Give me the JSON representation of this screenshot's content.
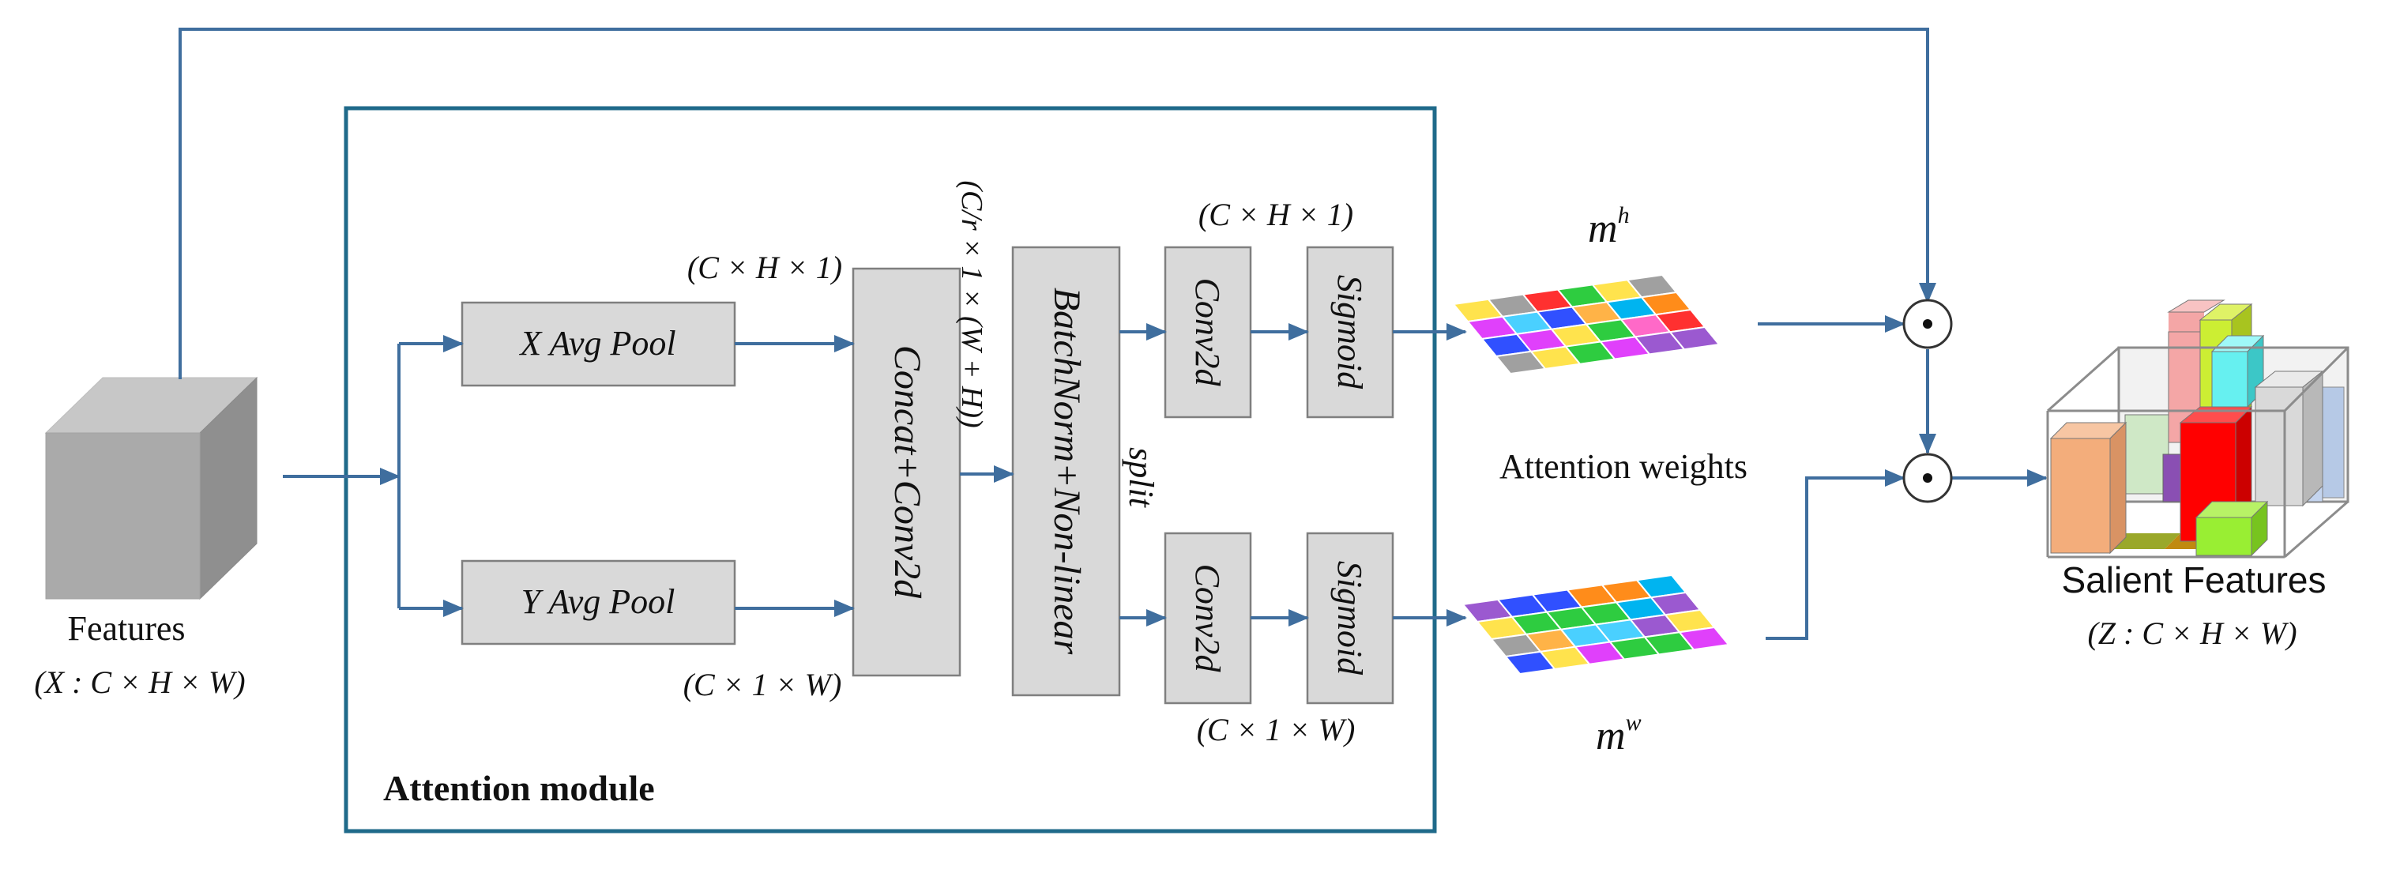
{
  "colors": {
    "arrow": "#3f6e9e",
    "module_border": "#1f6a8a",
    "box_fill": "#d9d9d9",
    "box_stroke": "#7f7f7f"
  },
  "input": {
    "label": "Features",
    "shape": "(X : C × H × W)"
  },
  "module": {
    "title": "Attention module"
  },
  "blocks": {
    "x_pool": "X Avg Pool",
    "y_pool": "Y Avg Pool",
    "concat": "Concat+Conv2d",
    "bn": "BatchNorm+Non-linear",
    "conv_top": "Conv2d",
    "conv_bottom": "Conv2d",
    "sigmoid_top": "Sigmoid",
    "sigmoid_bottom": "Sigmoid"
  },
  "dims": {
    "x_pool_out": "(C × H × 1)",
    "y_pool_out": "(C × 1 × W)",
    "concat_out": "(C/r × 1 × (W + H))",
    "conv_top_out": "(C × H × 1)",
    "conv_bottom_out": "(C × 1 × W)"
  },
  "labels": {
    "split": "split",
    "m_h_base": "m",
    "m_h_sup": "h",
    "m_w_base": "m",
    "m_w_sup": "w",
    "attention_weights": "Attention weights",
    "multiply_symbol": "•"
  },
  "output": {
    "label": "Salient  Features",
    "shape": "(Z : C × H × W)"
  },
  "icons": {
    "input": "feature-cube-icon",
    "weights": "color-grid-icon",
    "output": "salient-features-cube-icon",
    "operator": "elementwise-product-icon"
  }
}
